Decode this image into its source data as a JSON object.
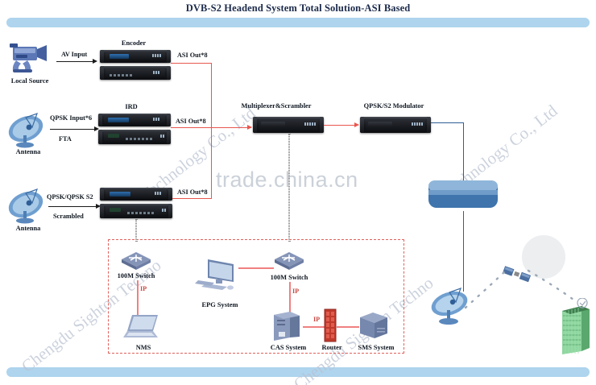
{
  "page": {
    "title": "DVB-S2 Headend System Total Solution-ASI Based",
    "accent_blue": "#aed4ee",
    "line_red": "#e8564f",
    "line_blue": "#2f5f96"
  },
  "watermarks": {
    "company_diagonal_left": "Chengdu Sighton Techno",
    "company_diagonal_right": "Technology Co., Ltd",
    "site": "trade.china.cn"
  },
  "sources": [
    {
      "name": "Local Source",
      "icon": "video-camera-icon",
      "link_label": "AV Input",
      "link_label2": "",
      "device": "Encoder",
      "out_label": "ASI Out*8"
    },
    {
      "name": "Antenna",
      "icon": "satellite-dish-icon",
      "link_label": "QPSK Input*6",
      "link_label2": "FTA",
      "device": "IRD",
      "out_label": "ASI Out*8"
    },
    {
      "name": "Antenna",
      "icon": "satellite-dish-icon",
      "link_label": "QPSK/QPSK S2",
      "link_label2": "Scrambled",
      "device": "",
      "out_label": "ASI Out*8"
    }
  ],
  "headend": {
    "multiplexer": "Multiplexer&Scrambler",
    "modulator": "QPSK/S2 Modulator"
  },
  "network": {
    "switch_left": "100M Switch",
    "switch_right": "100M Switch",
    "ip_left": "IP",
    "ip_right": "IP",
    "ip_router": "IP",
    "nms": "NMS",
    "epg": "EPG System",
    "cas": "CAS System",
    "router": "Router",
    "sms": "SMS System"
  },
  "broadcast": {
    "uplink": "uplink-antenna-icon",
    "satellite": "satellite-icon",
    "moon": "moon-icon",
    "receive_dish": "receiving-dish-icon",
    "building": "building-icon"
  }
}
